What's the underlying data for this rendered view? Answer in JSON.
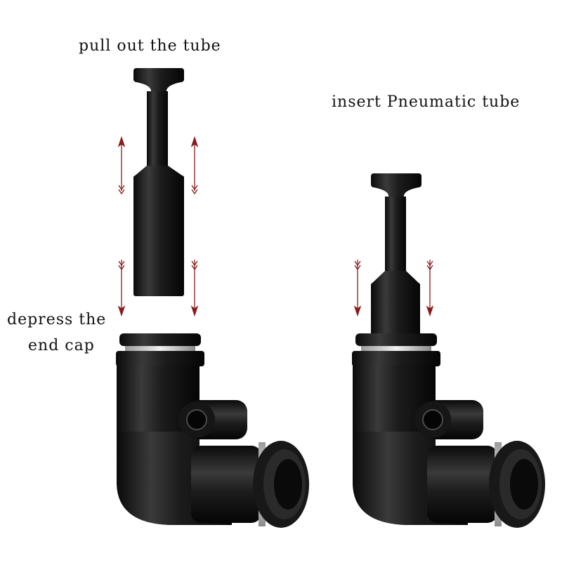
{
  "labels": {
    "pull_out": "pull out the tube",
    "insert": "insert Pneumatic tube",
    "depress_line1": "depress the",
    "depress_line2": "end cap"
  },
  "colors": {
    "arrow": "#8b1a1a",
    "body_dark": "#111111",
    "body_mid": "#2c2c2c",
    "highlight": "#6a6a6a",
    "ring": "#d8d8d8",
    "background": "#ffffff"
  }
}
